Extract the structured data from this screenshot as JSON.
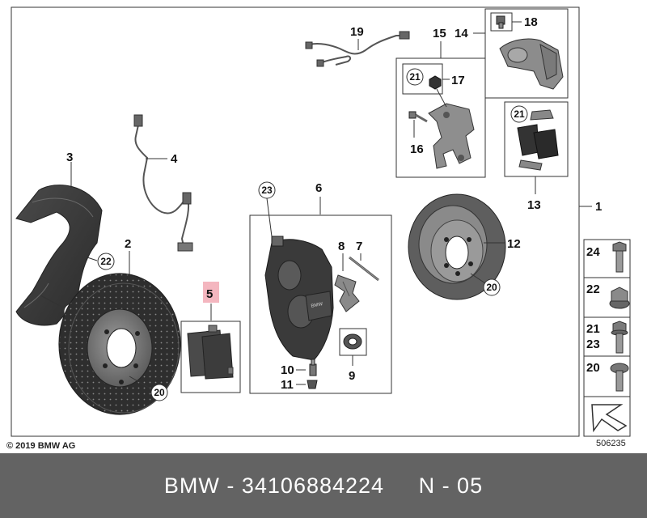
{
  "diagram": {
    "parts": {
      "p1": "1",
      "p2": "2",
      "p3": "3",
      "p4": "4",
      "p5": "5",
      "p6": "6",
      "p7": "7",
      "p8": "8",
      "p9": "9",
      "p10": "10",
      "p11": "11",
      "p12": "12",
      "p13": "13",
      "p14": "14",
      "p15": "15",
      "p16": "16",
      "p17": "17",
      "p18": "18",
      "p19": "19",
      "p20": "20",
      "p21": "21",
      "p22": "22",
      "p23": "23",
      "p24": "24"
    },
    "copyright": "© 2019 BMW AG",
    "drawing_id": "506235"
  },
  "colors": {
    "highlight": "#f4b6bf",
    "part_dark": "#3a3a3a",
    "part_mid": "#6e6e6e",
    "part_light": "#9a9a9a",
    "footer_bg": "#636363"
  },
  "footer": {
    "text": "BMW - 34106884224     N - 05"
  }
}
